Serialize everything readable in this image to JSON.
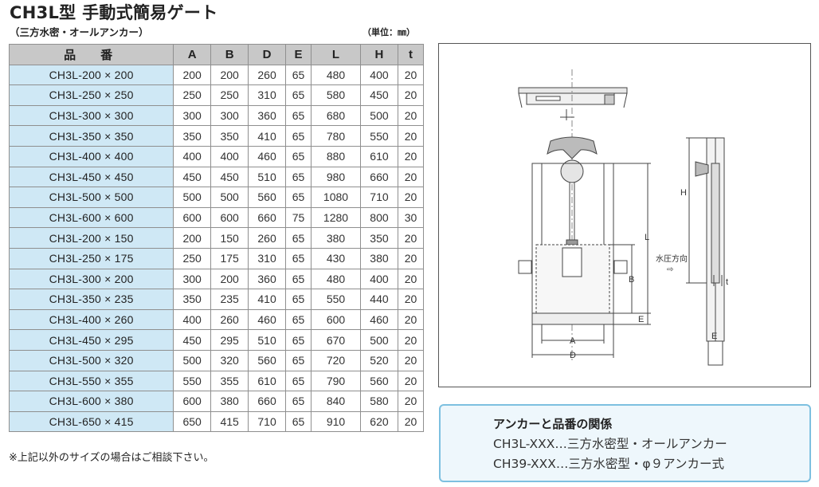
{
  "page": {
    "title": "CH3L型 手動式簡易ゲート",
    "subtitle": "（三方水密・オールアンカー）",
    "unit": "（単位：㎜）",
    "note": "※上記以外のサイズの場合はご相談下さい。"
  },
  "table": {
    "headers": [
      "品　番",
      "A",
      "B",
      "D",
      "E",
      "L",
      "H",
      "t"
    ],
    "rows": [
      [
        "CH3L-200 × 200",
        "200",
        "200",
        "260",
        "65",
        "480",
        "400",
        "20"
      ],
      [
        "CH3L-250 × 250",
        "250",
        "250",
        "310",
        "65",
        "580",
        "450",
        "20"
      ],
      [
        "CH3L-300 × 300",
        "300",
        "300",
        "360",
        "65",
        "680",
        "500",
        "20"
      ],
      [
        "CH3L-350 × 350",
        "350",
        "350",
        "410",
        "65",
        "780",
        "550",
        "20"
      ],
      [
        "CH3L-400 × 400",
        "400",
        "400",
        "460",
        "65",
        "880",
        "610",
        "20"
      ],
      [
        "CH3L-450 × 450",
        "450",
        "450",
        "510",
        "65",
        "980",
        "660",
        "20"
      ],
      [
        "CH3L-500 × 500",
        "500",
        "500",
        "560",
        "65",
        "1080",
        "710",
        "20"
      ],
      [
        "CH3L-600 × 600",
        "600",
        "600",
        "660",
        "75",
        "1280",
        "800",
        "30"
      ],
      [
        "CH3L-200 × 150",
        "200",
        "150",
        "260",
        "65",
        "380",
        "350",
        "20"
      ],
      [
        "CH3L-250 × 175",
        "250",
        "175",
        "310",
        "65",
        "430",
        "380",
        "20"
      ],
      [
        "CH3L-300 × 200",
        "300",
        "200",
        "360",
        "65",
        "480",
        "400",
        "20"
      ],
      [
        "CH3L-350 × 235",
        "350",
        "235",
        "410",
        "65",
        "550",
        "440",
        "20"
      ],
      [
        "CH3L-400 × 260",
        "400",
        "260",
        "460",
        "65",
        "600",
        "460",
        "20"
      ],
      [
        "CH3L-450 × 295",
        "450",
        "295",
        "510",
        "65",
        "670",
        "500",
        "20"
      ],
      [
        "CH3L-500 × 320",
        "500",
        "320",
        "560",
        "65",
        "720",
        "520",
        "20"
      ],
      [
        "CH3L-550 × 355",
        "550",
        "355",
        "610",
        "65",
        "790",
        "560",
        "20"
      ],
      [
        "CH3L-600 × 380",
        "600",
        "380",
        "660",
        "65",
        "840",
        "580",
        "20"
      ],
      [
        "CH3L-650 × 415",
        "650",
        "415",
        "710",
        "65",
        "910",
        "620",
        "20"
      ]
    ]
  },
  "drawing": {
    "labels": {
      "A": "A",
      "B": "B",
      "D": "D",
      "E": "E",
      "E2": "E",
      "L": "L",
      "H": "H",
      "t": "t",
      "pressure": "水圧方向",
      "arrow": "⇨"
    }
  },
  "info": {
    "title": "アンカーと品番の関係",
    "line1": "CH3L-XXX…三方水密型・オールアンカー",
    "line2": "CH39-XXX…三方水密型・φ９アンカー式"
  },
  "colors": {
    "header_bg": "#c8c8c8",
    "name_cell_bg": "#cfe8f5",
    "info_border": "#7dc0e0",
    "info_bg": "#eef7fc"
  }
}
